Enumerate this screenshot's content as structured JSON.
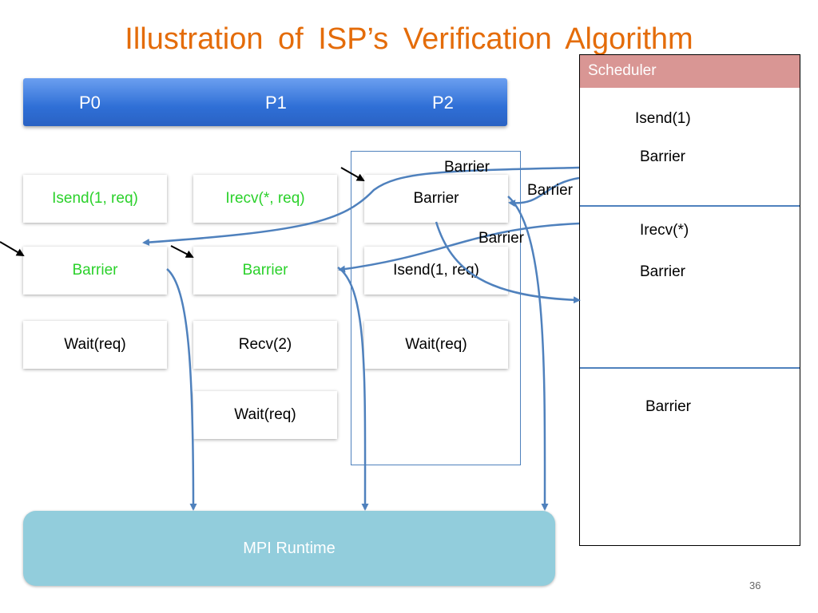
{
  "title": "Illustration  of  ISP’s  Verification  Algorithm",
  "processes": [
    "P0",
    "P1",
    "P2"
  ],
  "p0": [
    "Isend(1, req)",
    "Barrier",
    "Wait(req)"
  ],
  "p1": [
    "Irecv(*, req)",
    "Barrier",
    "Recv(2)",
    "Wait(req)"
  ],
  "p2": [
    "Barrier",
    "Isend(1, req)",
    "Wait(req)"
  ],
  "floating_labels": [
    "Barrier",
    "Barrier",
    "Barrier"
  ],
  "scheduler": {
    "header": "Scheduler",
    "entries": [
      "Isend(1)",
      "Barrier",
      "Irecv(*)",
      "Barrier",
      "Barrier"
    ]
  },
  "runtime": "MPI Runtime",
  "page_number": "36",
  "colors": {
    "title": "#e46c0a",
    "green_text": "#2bd12b",
    "arrow": "#4f81bd",
    "scheduler_header": "#d99694",
    "runtime": "#92cddc"
  }
}
